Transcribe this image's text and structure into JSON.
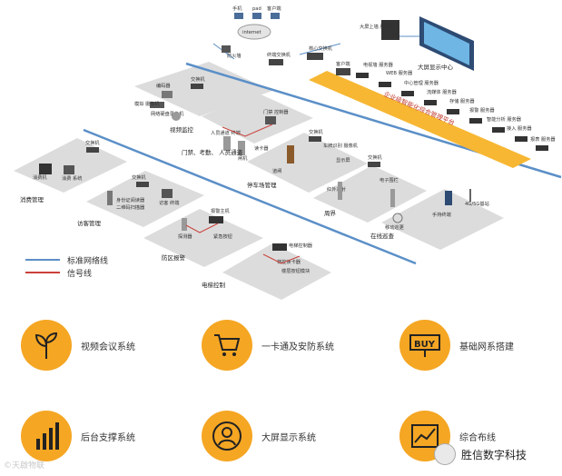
{
  "diagram": {
    "platform_label": "企业级智能化综合管理平台",
    "nodes": {
      "phone": "手机",
      "pad": "pad",
      "client": "客户端",
      "internet": "internet",
      "firewall": "防火墙",
      "screen_server": "大屏上墙\n服务器",
      "big_screen": "大屏显示中心",
      "core_switch": "核心交换机",
      "terminal_switch": "终端交换机",
      "client2": "客户端",
      "srv_card": "电视墙\n服务器",
      "srv_web": "WEB\n服务器",
      "srv_center": "中心管理\n服务器",
      "srv_stream": "流媒体\n服务器",
      "srv_storage": "存储\n服务器",
      "srv_alarm": "报警\n服务器",
      "srv_analysis": "智能分析\n服务器",
      "srv_access": "接入\n服务器",
      "srv_report": "报表\n服务器",
      "surv_switch": "交换机",
      "surv_encoder": "编码器",
      "surv_nvr": "网络硬盘录像机",
      "surv_camera": "模拟\n摄像机",
      "access_controller": "门禁\n控制器",
      "access_terminal": "人员通道\n终端",
      "access_turnstile": "闸机",
      "access_card": "读卡器",
      "consume_switch": "交换机",
      "consume_pos": "消费机",
      "consume_sys": "消费\n系统",
      "visitor_switch": "交换机",
      "visitor_terminal": "访客\n终端",
      "visitor_reader": "身份证阅读器",
      "visitor_print": "二维码扫描器",
      "alarm_host": "报警主机",
      "alarm_detector": "探测器",
      "alarm_button": "紧急按钮",
      "parking_switch": "交换机",
      "parking_camera": "车牌识别\n摄像机",
      "parking_gate": "道闸",
      "parking_screen": "显示屏",
      "patrol_switch": "交换机",
      "patrol_red": "红外对射",
      "patrol_elec": "电子围栏",
      "elevator_controller": "电梯控制器",
      "elevator_reader": "梯控读卡器",
      "elevator_module": "楼层按钮模块",
      "mobile_phone": "手持终端",
      "base_station": "4G/5G基站",
      "remote": "移动巡更"
    },
    "areas": {
      "surveillance": "视频监控",
      "access": "门禁、考勤、\n人员通道",
      "consume": "消费管理",
      "visitor": "访客管理",
      "alarm": "防区报警",
      "parking": "停车场管理",
      "patrol": "周界",
      "elevator": "电梯控制",
      "online": "在线巡查"
    }
  },
  "legend": {
    "network_line": {
      "label": "标准网络线",
      "color": "#5b8fc7"
    },
    "signal_line": {
      "label": "信号线",
      "color": "#c9403a"
    }
  },
  "features": [
    {
      "label": "视频会议系统",
      "icon": "plant-icon"
    },
    {
      "label": "一卡通及安防系统",
      "icon": "cart-icon"
    },
    {
      "label": "基础网系搭建",
      "icon": "buy-icon",
      "icon_text": "BUY"
    },
    {
      "label": "后台支撑系统",
      "icon": "bar-chart-icon"
    },
    {
      "label": "大屏显示系统",
      "icon": "user-icon"
    },
    {
      "label": "综合布线",
      "icon": "line-chart-icon"
    }
  ],
  "watermarks": {
    "left": "©天啟物联",
    "right": "胜信数字科技"
  },
  "colors": {
    "accent": "#f5a623",
    "network": "#5b8fc7",
    "signal": "#c9403a"
  }
}
